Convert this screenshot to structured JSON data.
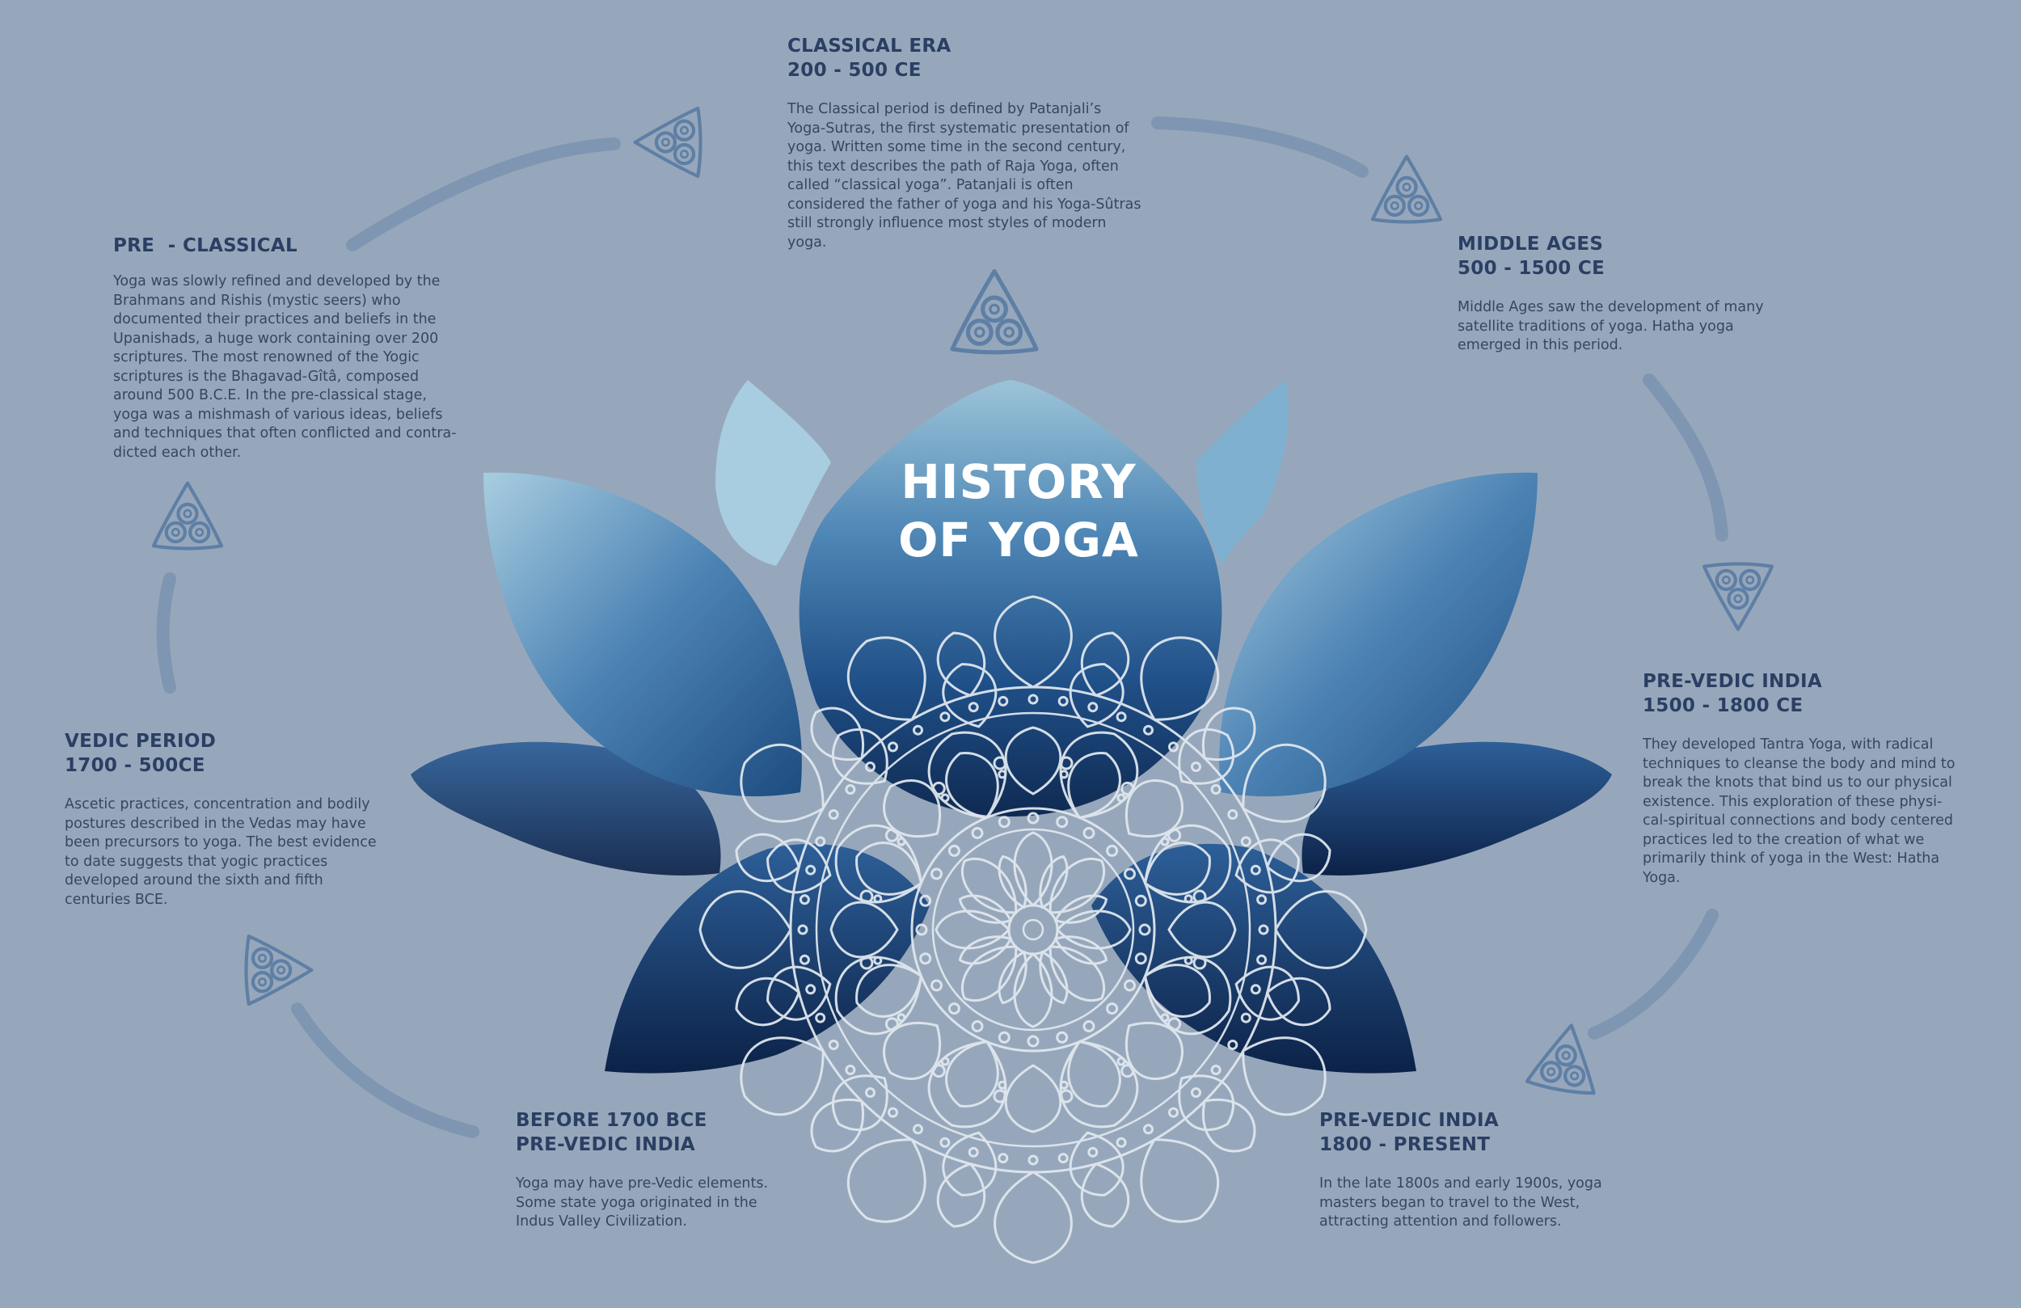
{
  "title": {
    "line1": "HISTORY",
    "line2": "OF YOGA"
  },
  "icons": {
    "trinity": "triquetra-icon",
    "mandala": "mandala-icon",
    "lotus": "lotus-icon"
  },
  "colors": {
    "background": "#97a7bb",
    "heading": "#2a3f63",
    "body": "#37465f",
    "arc": "#7e96b1",
    "mandala": "#dfe6ee"
  },
  "periods": {
    "classical": {
      "title": "CLASSICAL ERA",
      "dates": "200 - 500 CE",
      "text": "The Classical period is defined by Patanjali’s Yoga-Sutras, the first systematic presentation of yoga. Written some time in the second century, this text describes the path of Raja Yoga, often called “classical yoga”. Patanjali is often considered the father of yoga and his Yoga-Sûtras still strongly influence most styles of modern yoga."
    },
    "pre_classical": {
      "title": "PRE  - CLASSICAL",
      "dates": "",
      "text": "Yoga was slowly refined and developed by the Brahmans and Rishis (mystic seers) who documented their practices and beliefs in the Upanishads, a huge work containing over 200 scriptures. The most renowned of the Yogic scriptures is the Bhagavad-Gîtâ, composed around 500 B.C.E. In the pre-classical stage, yoga was a mishmash of various ideas, beliefs and techniques that often conflicted and contra-dicted each other."
    },
    "middle_ages": {
      "title": "MIDDLE AGES",
      "dates": "500 - 1500 CE",
      "text": "Middle Ages saw the development of many satellite traditions of yoga. Hatha yoga emerged in this period."
    },
    "vedic": {
      "title": "VEDIC PERIOD",
      "dates": "1700 - 500CE",
      "text": "Ascetic practices, concentration and bodily postures described in the Vedas may have been precursors to yoga. The best evidence to date suggests that yogic practices developed around the sixth and fifth centuries BCE."
    },
    "pre_vedic_1500": {
      "title": "PRE-VEDIC INDIA",
      "dates": "1500 - 1800 CE",
      "text": "They developed Tantra Yoga, with radical techniques to cleanse the body and mind to break the knots that bind us to our physical existence. This exploration of these physi-cal-spiritual connections and body centered practices led to the creation of what we primarily think of yoga in the West: Hatha Yoga."
    },
    "before_1700": {
      "title": "BEFORE 1700 BCE",
      "dates": "PRE-VEDIC INDIA",
      "text": "Yoga may have pre-Vedic elements. Some state yoga originated in the Indus Valley Civilization."
    },
    "pre_vedic_1800": {
      "title": "PRE-VEDIC INDIA",
      "dates": "1800 - PRESENT",
      "text": "In the late 1800s and early 1900s, yoga masters began to travel to the West, attracting attention and followers."
    }
  }
}
